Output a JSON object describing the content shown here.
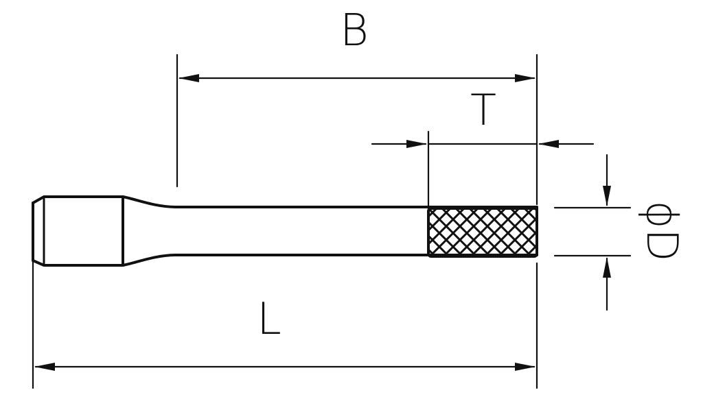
{
  "labels": {
    "overall_length": "L",
    "body_length": "B",
    "tip_length": "T",
    "diameter": "ϕD"
  },
  "colors": {
    "line": "#111111",
    "background": "#ffffff"
  }
}
